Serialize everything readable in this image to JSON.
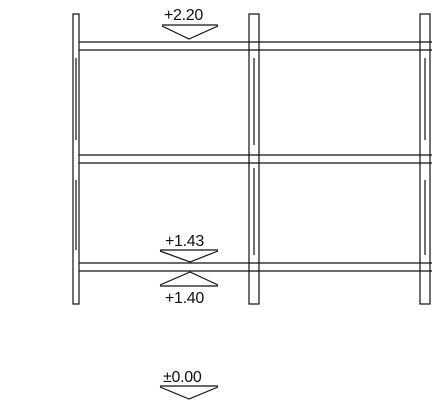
{
  "drawing": {
    "line_color": "#111111",
    "background": "#ffffff",
    "elevation_markers": [
      {
        "id": "top",
        "label": "+2.20",
        "pointer": "down"
      },
      {
        "id": "upper-mid",
        "label": "+1.43",
        "pointer": "down"
      },
      {
        "id": "lower-mid",
        "label": "+1.40",
        "pointer": "up"
      },
      {
        "id": "ground",
        "label": "±0.00",
        "pointer": "down"
      }
    ]
  }
}
